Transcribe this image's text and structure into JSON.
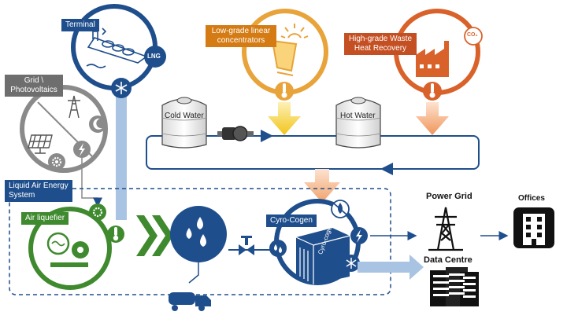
{
  "labels": {
    "terminal": "Terminal",
    "lng": "LNG",
    "grid_photovoltaics": "Grid \\ Photovoltaics",
    "low_grade": "Low-grade linear concentrators",
    "high_grade": "High-grade Waste Heat Recovery",
    "co2": "CO₂",
    "cold_water": "Cold Water",
    "hot_water": "Hot Water",
    "liquid_air_system": "Liquid Air Energy System",
    "air_liquefier": "Air liquefier",
    "cyro_cogen": "Cyro-Cogen",
    "cyro_cogen_box": "Cyro-cogen",
    "power_grid": "Power Grid",
    "data_centre": "Data Centre",
    "offices": "Offices"
  },
  "colors": {
    "blue": "#1f4e8c",
    "light_blue": "#a9c3e3",
    "gray": "#6e6e6e",
    "green": "#3f8a2e",
    "orange": "#e8a33a",
    "red_orange": "#d9622b",
    "yellow_arrow": "#f2c418",
    "peach_arrow": "#f0a26b"
  },
  "icons": [
    "ship-icon",
    "snowflake-icon",
    "solar-panel-icon",
    "pylon-icon",
    "moon-icon",
    "gear-icon",
    "lightning-icon",
    "sun-icon",
    "thermometer-icon",
    "factory-icon",
    "water-tank-icon",
    "pump-icon",
    "water-drops-icon",
    "valve-icon",
    "truck-icon",
    "container-icon",
    "no-fire-icon",
    "power-pylon-icon",
    "server-racks-icon",
    "office-building-icon",
    "compressor-icon",
    "chevron-right-icon"
  ]
}
